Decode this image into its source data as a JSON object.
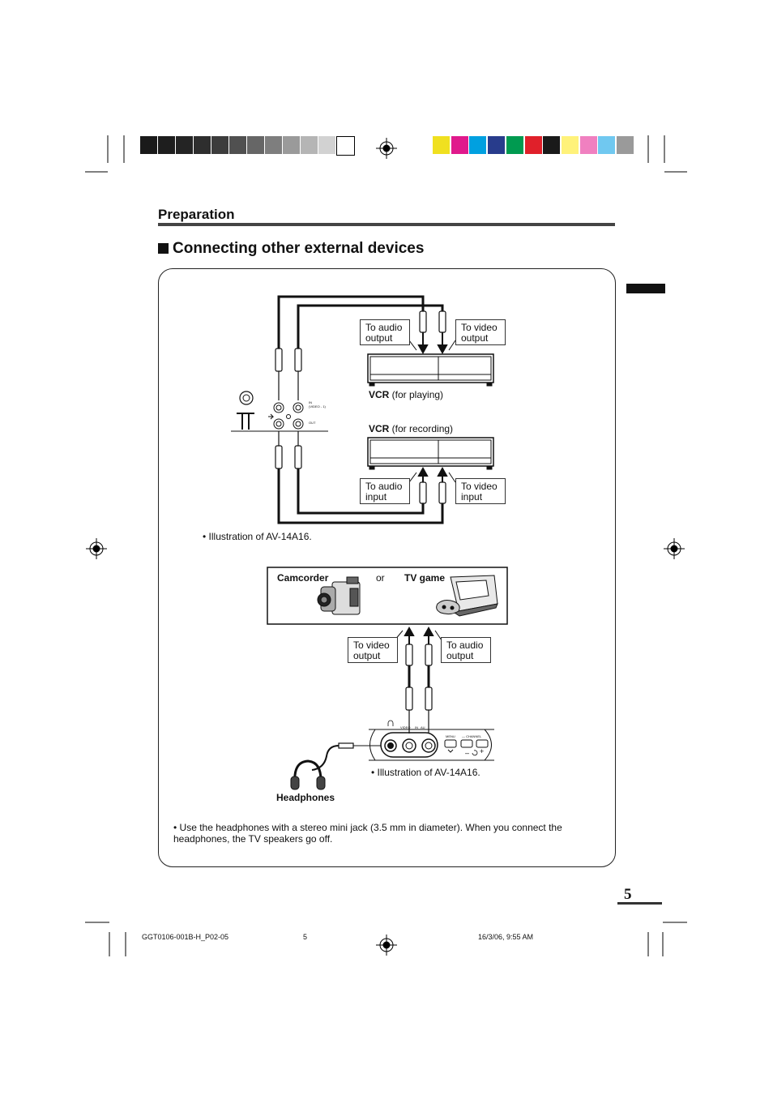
{
  "colors": {
    "gray_bar": [
      "#1a1a1a",
      "#1e1e1e",
      "#242424",
      "#2e2e2e",
      "#3c3c3c",
      "#505050",
      "#666666",
      "#7e7e7e",
      "#9a9a9a",
      "#b5b5b5",
      "#d2d2d2",
      "#ffffff"
    ],
    "color_bar": [
      "#f0e020",
      "#e01a8c",
      "#00a0e0",
      "#283c8c",
      "#009a50",
      "#e0202a",
      "#1a1a1a",
      "#fff27a",
      "#f080c0",
      "#70c8f0",
      "#9a9a9a"
    ]
  },
  "section": {
    "title": "Preparation"
  },
  "heading": "Connecting other external devices",
  "vcr_diagram": {
    "to_audio_output": [
      "To audio",
      "output"
    ],
    "to_video_output": [
      "To video",
      "output"
    ],
    "vcr_playing_bold": "VCR",
    "vcr_playing_rest": " (for playing)",
    "vcr_recording_bold": "VCR",
    "vcr_recording_rest": " (for recording)",
    "to_audio_input": [
      "To audio",
      "input"
    ],
    "to_video_input": [
      "To video",
      "input"
    ],
    "illustration_note": "• Illustration of AV-14A16.",
    "panel_in": "IN",
    "panel_video1": "(VIDEO - 1)",
    "panel_out": "OUT"
  },
  "front_diagram": {
    "camcorder": "Camcorder",
    "or": "or",
    "tv_game": "TV game",
    "to_video_output": [
      "To video",
      "output"
    ],
    "to_audio_output": [
      "To audio",
      "output"
    ],
    "illustration_note": "• Illustration of AV-14A16.",
    "headphones": "Headphones",
    "front_video": "VIDEO",
    "front_in": "IN",
    "front_audio": "AU",
    "menu": "MENU",
    "channel": "— CHANNEL",
    "minus": "–",
    "plus": "+"
  },
  "note": "• Use the headphones with a stereo mini jack (3.5 mm in diameter). When you connect  the headphones, the TV speakers go off.",
  "page_number": "5",
  "footer": {
    "file": "GGT0106-001B-H_P02-05",
    "page": "5",
    "date": "16/3/06, 9:55 AM"
  },
  "icons": [
    "registration-mark-icon",
    "camcorder-icon",
    "game-console-icon",
    "headphones-icon",
    "rca-plug-icon"
  ]
}
